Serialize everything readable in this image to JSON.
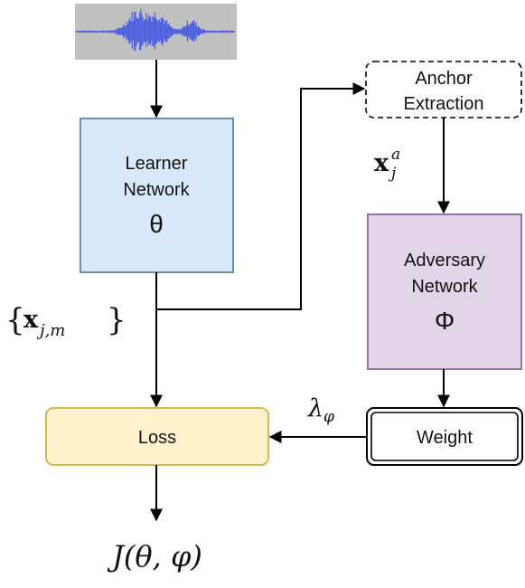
{
  "learner": {
    "line1": "Learner",
    "line2": "Network",
    "symbol": "θ",
    "fill": "#dae8fc",
    "stroke": "#6c8ebf"
  },
  "anchor": {
    "line1": "Anchor",
    "line2": "Extraction"
  },
  "adversary": {
    "line1": "Adversary",
    "line2": "Network",
    "symbol": "Φ",
    "fill": "#e1d5e7",
    "stroke": "#9673a6"
  },
  "loss": {
    "label": "Loss",
    "fill": "#fff2cc",
    "stroke": "#d6b656"
  },
  "weight": {
    "label": "Weight"
  },
  "labels": {
    "embeddings_open": "{",
    "embeddings_x": "x",
    "embeddings_sub": "j,m",
    "embeddings_close": "}",
    "anchor_x": "x",
    "anchor_sup": "a",
    "anchor_sub": "j",
    "lambda": "λ",
    "lambda_sub": "φ",
    "objective": "J(θ, φ)"
  },
  "waveform": {
    "background": "#c0c0c0",
    "color": "#4c5fe0"
  }
}
